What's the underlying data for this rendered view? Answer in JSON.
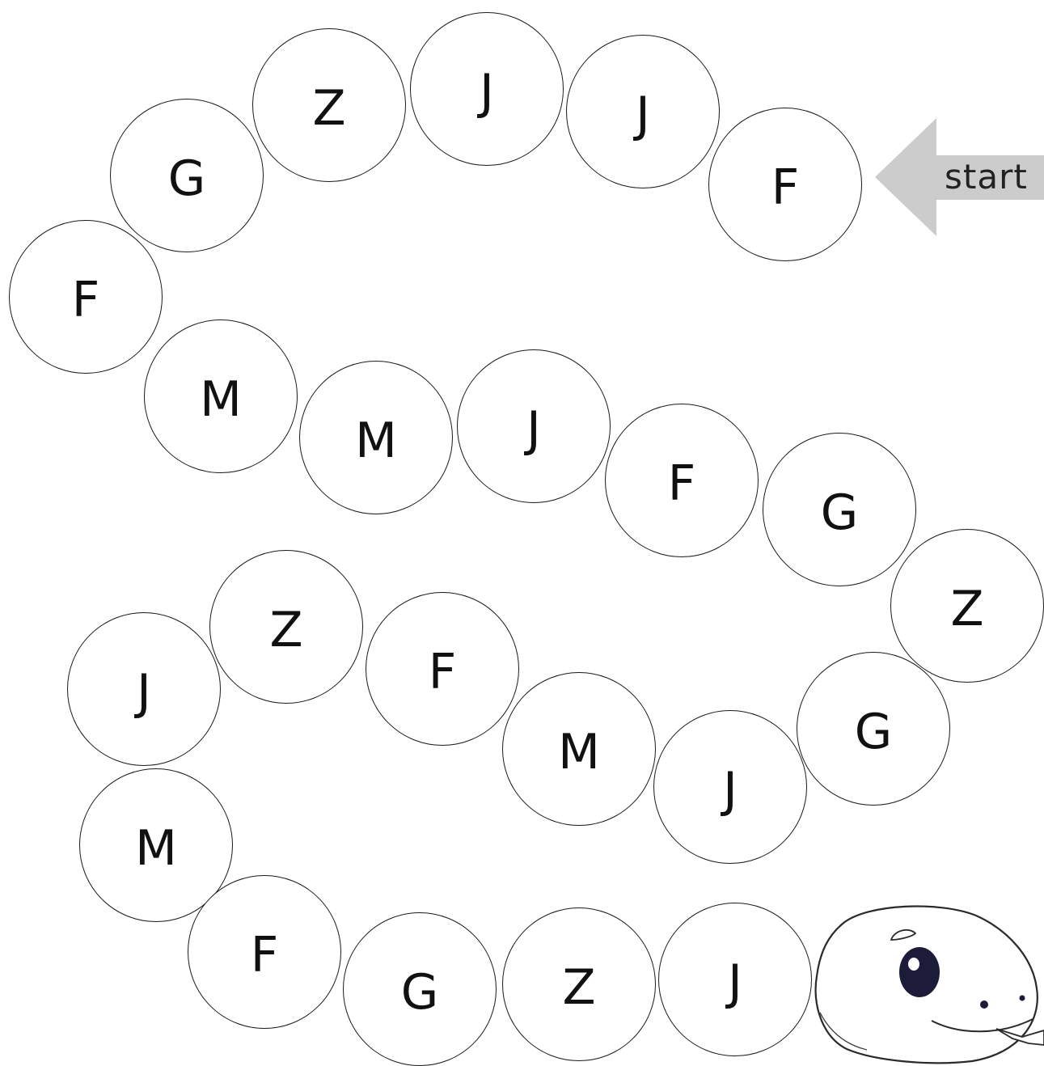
{
  "start_label": "start",
  "path_letters": [
    "F",
    "J",
    "J",
    "Z",
    "G",
    "F",
    "M",
    "M",
    "J",
    "F",
    "G",
    "Z",
    "G",
    "J",
    "M",
    "F",
    "Z",
    "J",
    "M",
    "F",
    "G",
    "Z",
    "J"
  ],
  "colors": {
    "circle_border": "#1a1a1a",
    "letter": "#111111",
    "arrow": "#cccccc",
    "snake_eye": "#1c1c3a"
  }
}
